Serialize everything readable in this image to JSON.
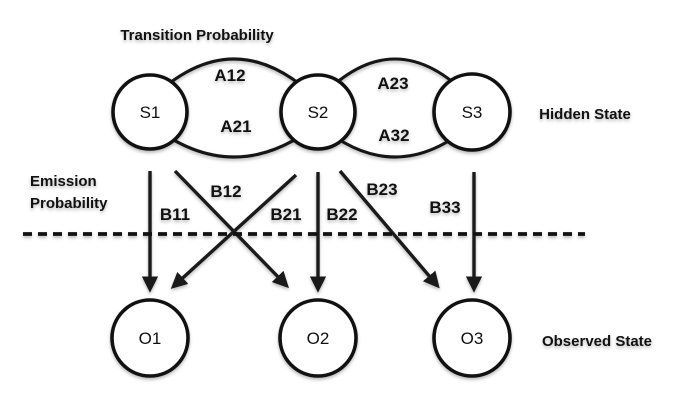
{
  "colors": {
    "ink": "#111111",
    "background": "#ffffff"
  },
  "diagram": {
    "title": "Transition Probability",
    "side_labels": {
      "hidden": "Hidden State",
      "observed": "Observed State",
      "emission_line1": "Emission",
      "emission_line2": "Probability"
    },
    "hidden_states": [
      {
        "id": "S1"
      },
      {
        "id": "S2"
      },
      {
        "id": "S3"
      }
    ],
    "observed_states": [
      {
        "id": "O1"
      },
      {
        "id": "O2"
      },
      {
        "id": "O3"
      }
    ],
    "transitions": [
      {
        "label": "A12",
        "from": "S1",
        "to": "S2"
      },
      {
        "label": "A21",
        "from": "S2",
        "to": "S1"
      },
      {
        "label": "A23",
        "from": "S2",
        "to": "S3"
      },
      {
        "label": "A32",
        "from": "S3",
        "to": "S2"
      }
    ],
    "emissions": [
      {
        "label": "B11",
        "from": "S1",
        "to": "O1"
      },
      {
        "label": "B12",
        "from": "S1",
        "to": "O2"
      },
      {
        "label": "B21",
        "from": "S2",
        "to": "O1"
      },
      {
        "label": "B22",
        "from": "S2",
        "to": "O2"
      },
      {
        "label": "B23",
        "from": "S2",
        "to": "O3"
      },
      {
        "label": "B33",
        "from": "S3",
        "to": "O3"
      }
    ]
  }
}
